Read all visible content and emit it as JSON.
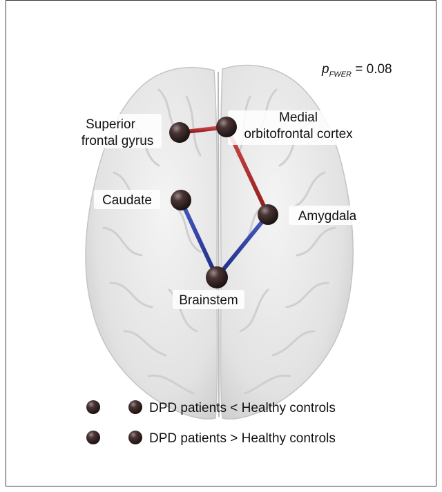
{
  "stat": {
    "p_symbol": "p",
    "p_subscript": "FWER",
    "p_rest": " = 0.08"
  },
  "nodes": {
    "superior_frontal_gyrus": [
      "Superior",
      "frontal gyrus"
    ],
    "medial_orbitofrontal_cortex": [
      "Medial",
      "orbitofrontal cortex"
    ],
    "caudate": [
      "Caudate"
    ],
    "amygdala": [
      "Amygdala"
    ],
    "brainstem": [
      "Brainstem"
    ]
  },
  "edges": [
    {
      "from": "superior_frontal_gyrus",
      "to": "medial_orbitofrontal_cortex",
      "type": "increase"
    },
    {
      "from": "medial_orbitofrontal_cortex",
      "to": "amygdala",
      "type": "increase"
    },
    {
      "from": "caudate",
      "to": "brainstem",
      "type": "decrease"
    },
    {
      "from": "amygdala",
      "to": "brainstem",
      "type": "decrease"
    }
  ],
  "legend": {
    "decrease": "DPD patients < Healthy controls",
    "increase": "DPD patients > Healthy controls"
  },
  "colors": {
    "decrease": "#2b3d9e",
    "increase": "#b52a2a",
    "node": "#3a2a2a",
    "brain": "#e6e6e6"
  }
}
